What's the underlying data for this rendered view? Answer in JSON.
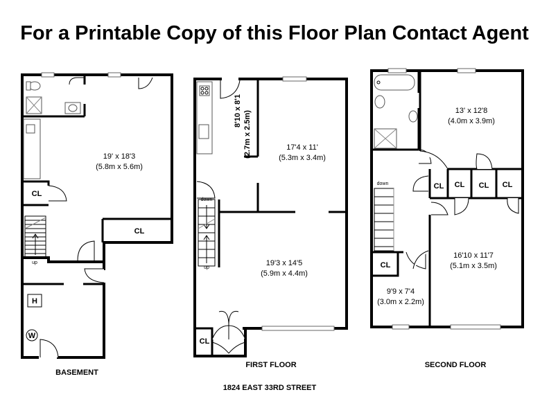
{
  "header": {
    "title": "For a Printable Copy of this Floor Plan Contact Agent"
  },
  "basement": {
    "caption": "BASEMENT",
    "main_room": {
      "dim_ft": "19' x 18'3",
      "dim_m": "(5.8m x 5.6m)"
    },
    "closet_1": "CL",
    "closet_2": "CL",
    "heater": "H",
    "washer": "W",
    "stair_label": "up"
  },
  "first_floor": {
    "caption": "FIRST FLOOR",
    "kitchen": {
      "dim_ft": "8'10 x 8'1",
      "dim_m": "(2.7m x 2.5m)"
    },
    "dining": {
      "dim_ft": "17'4 x 11'",
      "dim_m": "(5.3m x 3.4m)"
    },
    "living": {
      "dim_ft": "19'3 x 14'5",
      "dim_m": "(5.9m x 4.4m)"
    },
    "closet": "CL",
    "stair_down": "down",
    "stair_up": "up"
  },
  "second_floor": {
    "caption": "SECOND FLOOR",
    "bedroom_1": {
      "dim_ft": "13' x 12'8",
      "dim_m": "(4.0m x 3.9m)"
    },
    "bedroom_2": {
      "dim_ft": "16'10 x 11'7",
      "dim_m": "(5.1m x 3.5m)"
    },
    "bedroom_3": {
      "dim_ft": "9'9 x 7'4",
      "dim_m": "(3.0m x 2.2m)"
    },
    "closets": [
      "CL",
      "CL",
      "CL",
      "CL",
      "CL"
    ],
    "stair_down": "down"
  },
  "footer": {
    "address": "1824 EAST 33RD STREET"
  }
}
